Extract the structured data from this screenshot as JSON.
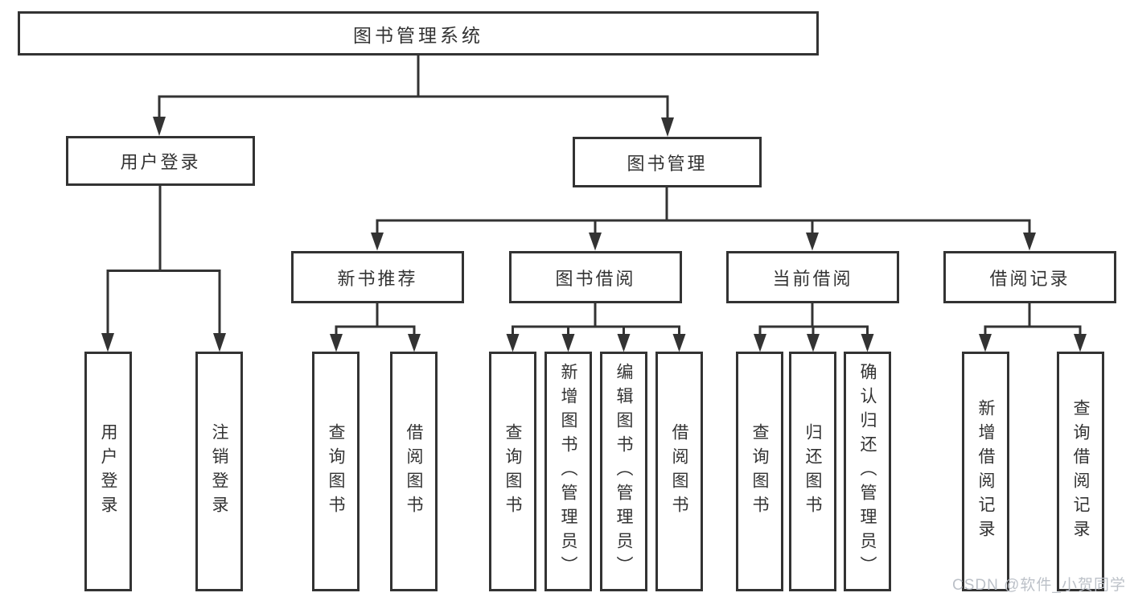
{
  "diagram": {
    "title": "图书管理系统",
    "tree": [
      {
        "label": "用户登录",
        "children": [
          "用户登录",
          "注销登录"
        ]
      },
      {
        "label": "图书管理",
        "children": [
          {
            "label": "新书推荐",
            "children": [
              "查询图书",
              "借阅图书"
            ]
          },
          {
            "label": "图书借阅",
            "children": [
              "查询图书",
              "新增图书（管理员）",
              "编辑图书（管理员）",
              "借阅图书"
            ]
          },
          {
            "label": "当前借阅",
            "children": [
              "查询图书",
              "归还图书",
              "确认归还（管理员）"
            ]
          },
          {
            "label": "借阅记录",
            "children": [
              "新增借阅记录",
              "查询借阅记录"
            ]
          }
        ]
      }
    ]
  },
  "watermark": {
    "text": "CSDN @软件_小贺同学"
  },
  "colors": {
    "line": "#333333",
    "text": "#333333",
    "box_background": "#ffffff",
    "page_background": "#ffffff",
    "watermark": "#b9bec6"
  }
}
